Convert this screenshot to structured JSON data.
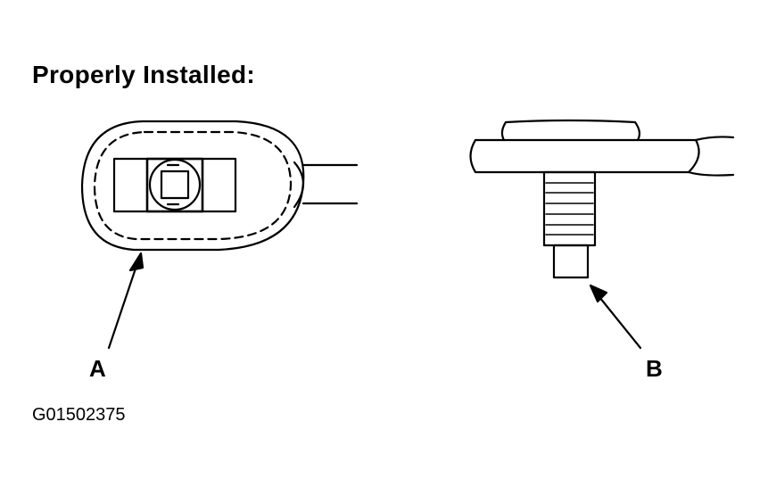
{
  "title": "Properly Installed:",
  "callouts": {
    "a": "A",
    "b": "B"
  },
  "figure_id": "G01502375",
  "colors": {
    "ink": "#000000",
    "background": "#ffffff"
  }
}
